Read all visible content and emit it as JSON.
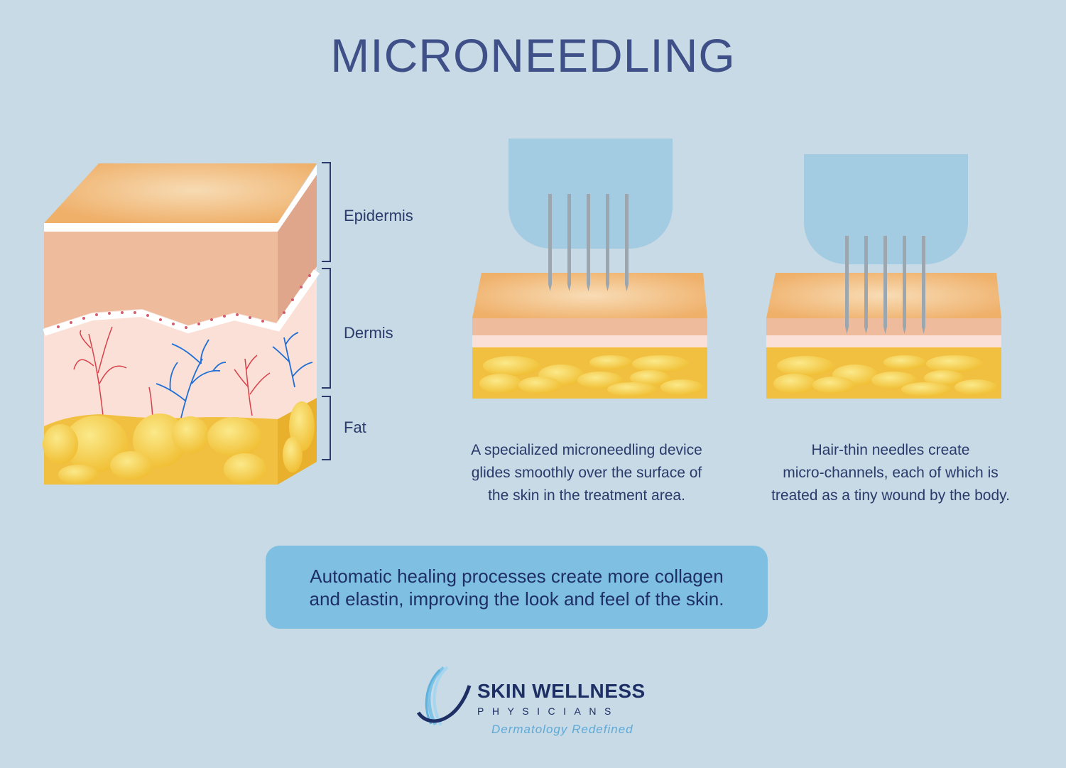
{
  "title": "MICRONEEDLING",
  "layers": {
    "epidermis": "Epidermis",
    "dermis": "Dermis",
    "fat": "Fat"
  },
  "captions": {
    "device": [
      "A specialized microneedling device",
      "glides smoothly over the surface of",
      "the skin in the treatment area."
    ],
    "needles": [
      "Hair-thin needles create",
      "micro-channels, each of which is",
      "treated as a tiny wound by the body."
    ]
  },
  "healing": [
    "Automatic healing processes create more collagen",
    "and elastin, improving the look and feel of the skin."
  ],
  "logo": {
    "name": "SKIN WELLNESS",
    "sub": "PHYSICIANS",
    "tagline": "Dermatology Redefined"
  },
  "colors": {
    "background": "#c7dae5",
    "title": "#3f5088",
    "text": "#2a3a6b",
    "device": "#a3cbe2",
    "epidermis": "#efb56f",
    "dermis": "#efbb9d",
    "fat": "#f2c040",
    "box": "#7fbfe2"
  }
}
